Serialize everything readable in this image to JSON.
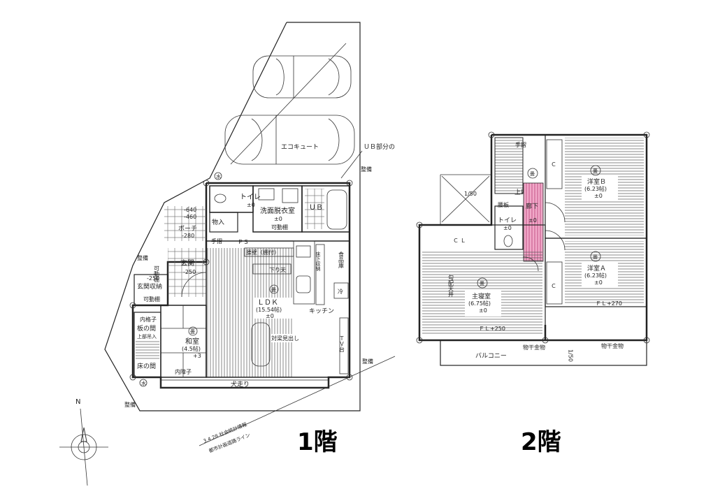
{
  "floors": {
    "first": {
      "label": "1階",
      "rooms": {
        "toilet": "トイレ",
        "toilet_level": "±0",
        "washroom": "洗面脱衣室",
        "washroom_level": "±0",
        "washroom_shelf": "可動棚",
        "storage": "物入",
        "ub": "ＵＢ",
        "porch": "ポーチ",
        "porch_level": "-280",
        "porch_step1": "-640",
        "porch_step2": "-460",
        "entrance": "玄関",
        "entrance_level": "-250",
        "entrance_storage": "玄関収納",
        "entrance_storage_level": "-250",
        "entrance_shelf": "可動棚",
        "tatami_room": "和室",
        "tatami_size": "(4.5帖)",
        "tatami_level": "+3",
        "tatami_mark": "畳",
        "inner_lattice_top": "内格子",
        "board_alcove": "板の間",
        "upper_storage": "上部吊入",
        "tokonoma": "床の間",
        "inner_lattice_bottom": "内障子",
        "ldk": "ＬＤＫ",
        "ldk_size": "(15.54帖)",
        "ldk_level": "±0",
        "ldk_mark": "畳",
        "wainscot": "腰壁（棚付）",
        "lowered_ceiling": "下り天",
        "beam_exposed": "対梁見出し",
        "kitchen": "キッチン",
        "fridge": "冷",
        "underfloor": "床下収納",
        "pantry": "食品庫",
        "tv": "ＴＶ台",
        "ps": "ＰＳ",
        "handrail": "手摺",
        "veranda": "犬走り",
        "ecocute": "エコキュート",
        "ub_section": "ＵＢ部分の",
        "boundary1": "整備",
        "boundary2": "整備",
        "boundary3": "整備",
        "boundary4": "整備",
        "side_shelf": "可動棚",
        "water1": "水",
        "water2": "水",
        "note_right": "3.4.28 社会統計情報",
        "note_right2": "都市計画道路ライン",
        "north": "N"
      }
    },
    "second": {
      "label": "2階",
      "rooms": {
        "stair_up": "上げる",
        "handrail": "手摺",
        "hall": "廊下",
        "hall_level": "±0",
        "wainscot": "腰板",
        "toilet": "トイレ",
        "toilet_level": "±0",
        "stair_mark": "畳",
        "slope": "1/50",
        "master": "主寝室",
        "master_size": "(6.75帖)",
        "master_level": "±0",
        "master_mark": "畳",
        "slope_ceiling": "勾配天井",
        "room_b": "洋室Ｂ",
        "room_b_size": "(6.23帖)",
        "room_b_level": "±0",
        "room_b_mark": "畳",
        "room_a": "洋室Ａ",
        "room_a_size": "(6.23帖)",
        "room_a_level": "±0",
        "room_a_mark": "畳",
        "fl1": "ＦＬ+250",
        "fl2": "ＦＬ+270",
        "balcony": "バルコニー",
        "dry1": "物干金物",
        "dry2": "物干金物",
        "slope2": "1/50",
        "cl1": "Ｃ Ｌ",
        "cl2": "Ｃ",
        "cl3": "Ｃ"
      }
    }
  },
  "colors": {
    "highlight": "#f1a9c9",
    "line": "#222222"
  }
}
